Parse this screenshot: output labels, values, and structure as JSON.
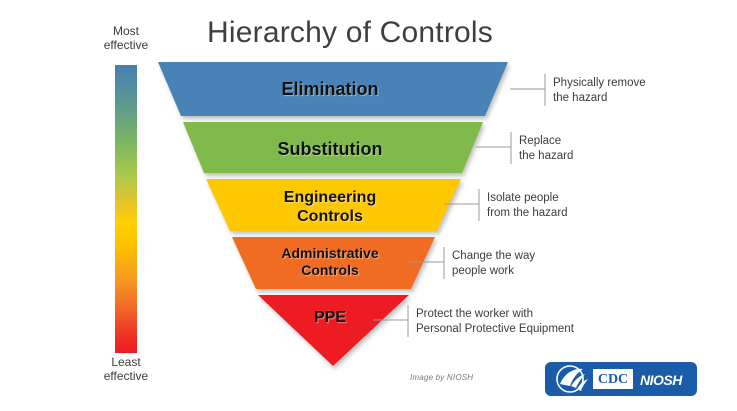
{
  "title": "Hierarchy of Controls",
  "scale": {
    "top_label": "Most\neffective",
    "top_label_line1": "Most",
    "top_label_line2": "effective",
    "bottom_label_line1": "Least",
    "bottom_label_line2": "effective",
    "gradient_top_color": "#4a7fae",
    "gradient_mid_color": "#fdd000",
    "gradient_bottom_color": "#ed1c24"
  },
  "levels": [
    {
      "id": "elimination",
      "label": "Elimination",
      "label_line1": "Elimination",
      "label_line2": "",
      "color": "#4a82b6",
      "annotation_line1": "Physically remove",
      "annotation_line2": "the hazard"
    },
    {
      "id": "substitution",
      "label": "Substitution",
      "label_line1": "Substitution",
      "label_line2": "",
      "color": "#7fba4b",
      "annotation_line1": "Replace",
      "annotation_line2": "the hazard"
    },
    {
      "id": "engineering-controls",
      "label": "Engineering Controls",
      "label_line1": "Engineering",
      "label_line2": "Controls",
      "color": "#fdc800",
      "annotation_line1": "Isolate people",
      "annotation_line2": "from the hazard"
    },
    {
      "id": "administrative-controls",
      "label": "Administrative Controls",
      "label_line1": "Administrative",
      "label_line2": "Controls",
      "color": "#ef6c23",
      "annotation_line1": "Change the way",
      "annotation_line2": "people work"
    },
    {
      "id": "ppe",
      "label": "PPE",
      "label_line1": "PPE",
      "label_line2": "",
      "color": "#ed1c24",
      "annotation_line1": "Protect the worker with",
      "annotation_line2": "Personal Protective Equipment"
    }
  ],
  "credit": "Image by NIOSH",
  "logo": {
    "cdc_text": "CDC",
    "niosh_text": "NIOSH",
    "hhs_icon": "hhs-eagle-icon",
    "background_color": "#1a5ca8"
  },
  "chart_data": {
    "type": "funnel",
    "title": "Hierarchy of Controls",
    "orientation": "inverted-triangle",
    "categories": [
      "Elimination",
      "Substitution",
      "Engineering Controls",
      "Administrative Controls",
      "PPE"
    ],
    "effectiveness_rank": [
      1,
      2,
      3,
      4,
      5
    ],
    "scale_top": "Most effective",
    "scale_bottom": "Least effective",
    "descriptions": [
      "Physically remove the hazard",
      "Replace the hazard",
      "Isolate people from the hazard",
      "Change the way people work",
      "Protect the worker with Personal Protective Equipment"
    ],
    "colors": [
      "#4a82b6",
      "#7fba4b",
      "#fdc800",
      "#ef6c23",
      "#ed1c24"
    ],
    "legend": "none",
    "grid": false
  }
}
